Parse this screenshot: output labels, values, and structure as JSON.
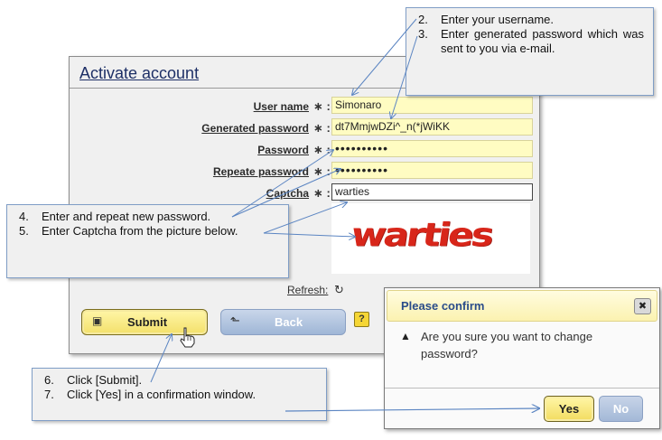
{
  "form": {
    "title": "Activate account",
    "fields": [
      {
        "label": "User name",
        "required": "∗ :",
        "value": "Simonaro"
      },
      {
        "label": "Generated password",
        "required": "∗ :",
        "value": "dt7MmjwDZi^_n(*jWiKK"
      },
      {
        "label": "Password",
        "required": "∗ :",
        "value": "••••••••••"
      },
      {
        "label": "Repeate password",
        "required": "∗ :",
        "value": "••••••••••"
      },
      {
        "label": "Captcha",
        "required": "∗ :",
        "value": "warties"
      }
    ],
    "captcha_image_text": "warties",
    "refresh_label": "Refresh:",
    "refresh_icon": "refresh-icon",
    "submit_label": "Submit",
    "submit_icon": "save-icon",
    "back_label": "Back",
    "back_icon": "arrow-left-icon",
    "help_label": "?"
  },
  "notes": {
    "top": [
      {
        "num": "2.",
        "text": "Enter your username."
      },
      {
        "num": "3.",
        "text": "Enter generated password which was sent to you via e-mail."
      }
    ],
    "middle": [
      {
        "num": "4.",
        "text": "Enter and repeat new password."
      },
      {
        "num": "5.",
        "text": "Enter Captcha from the picture below."
      }
    ],
    "bottom": [
      {
        "num": "6.",
        "text": "Click [Submit]."
      },
      {
        "num": "7.",
        "text": "Click [Yes] in a confirmation window."
      }
    ]
  },
  "dialog": {
    "title": "Please confirm",
    "close_label": "✖",
    "warning_icon": "warning-icon",
    "message": "Are you sure you want to change password?",
    "yes_label": "Yes",
    "no_label": "No"
  },
  "colors": {
    "input_bg": "#fffcc2",
    "title": "#1d2f66",
    "dialog_title": "#2a4c8a",
    "callout_line": "#5b85c2",
    "captcha_red": "#d8261a"
  }
}
